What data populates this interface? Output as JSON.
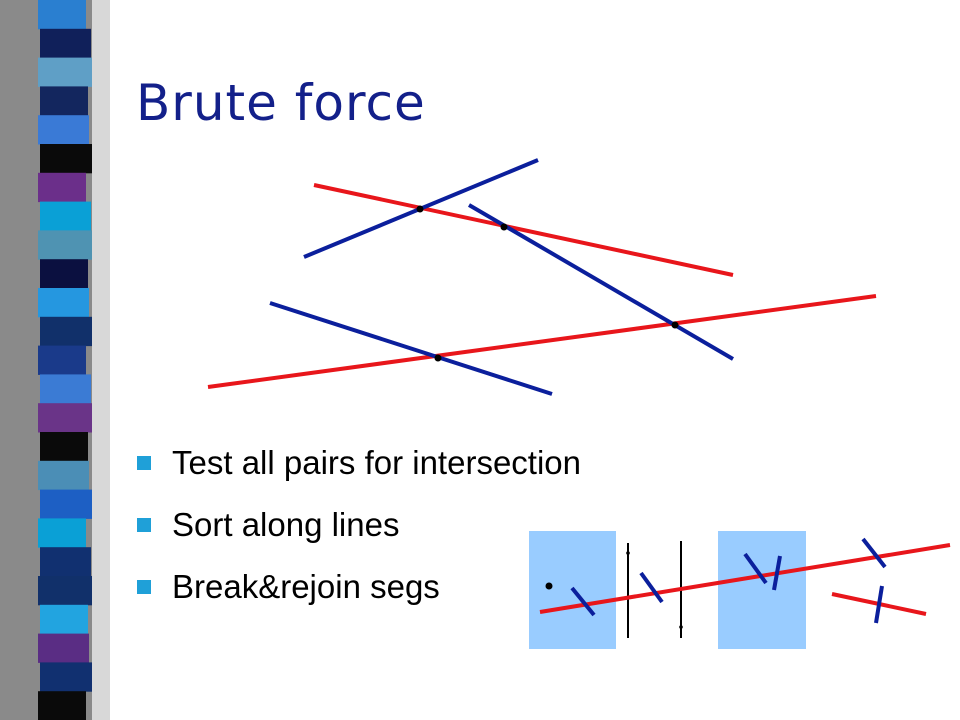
{
  "title": "Brute force",
  "bullets": [
    "Test all pairs for intersection",
    "Sort along lines",
    "Break&rejoin segs"
  ],
  "colors": {
    "title": "#13208a",
    "bullet": "#1fa0d8",
    "red_line": "#e8161b",
    "blue_line": "#0b1f9c",
    "highlight_box": "#99ccff"
  },
  "strip_colors": [
    "#2a7fd0",
    "#10205a",
    "#5f9fc6",
    "#13265e",
    "#3a7ad6",
    "#0a0a0a",
    "#6b2f8a",
    "#0aa0d6",
    "#4f93b2",
    "#0b1040",
    "#2597e0",
    "#11306a",
    "#1a3a8a",
    "#3b7bd4",
    "#6a3488",
    "#0a0a0a",
    "#4b8eb6",
    "#1d5fc4",
    "#0aa0d6",
    "#113070",
    "#11306a",
    "#22a4e0",
    "#5a2d84",
    "#113070",
    "#0a0a0a"
  ]
}
